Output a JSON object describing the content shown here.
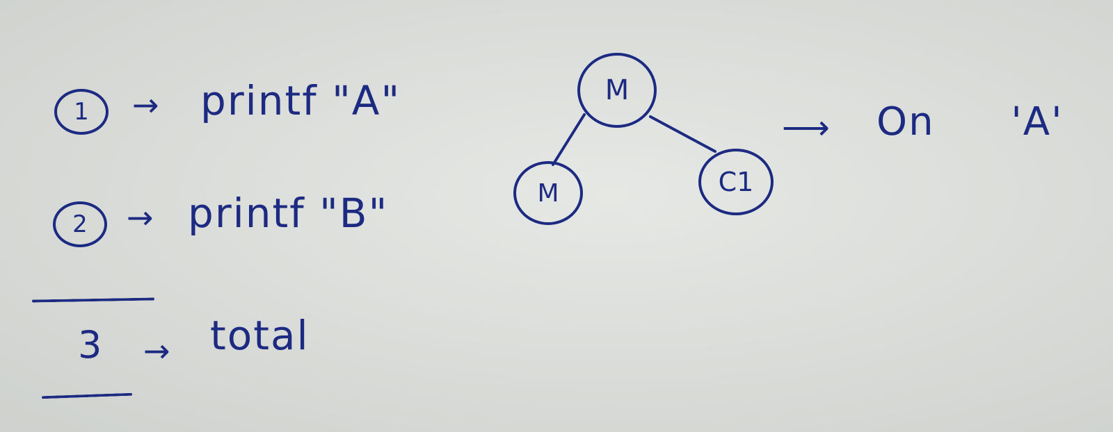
{
  "notes": {
    "line1": {
      "number": "1",
      "arrow": "→",
      "text": "printf \"A\""
    },
    "line2": {
      "number": "2",
      "arrow": "→",
      "text": "printf \"B\""
    },
    "line3": {
      "value": "3",
      "arrow": "→",
      "text": "total"
    }
  },
  "tree": {
    "root": "M",
    "left_child": "M",
    "right_child": "C1",
    "note": {
      "arrow": "⟶",
      "text": "On 'A'"
    }
  },
  "colors": {
    "ink": "#1c2a82",
    "paper": "#dcdedb"
  }
}
